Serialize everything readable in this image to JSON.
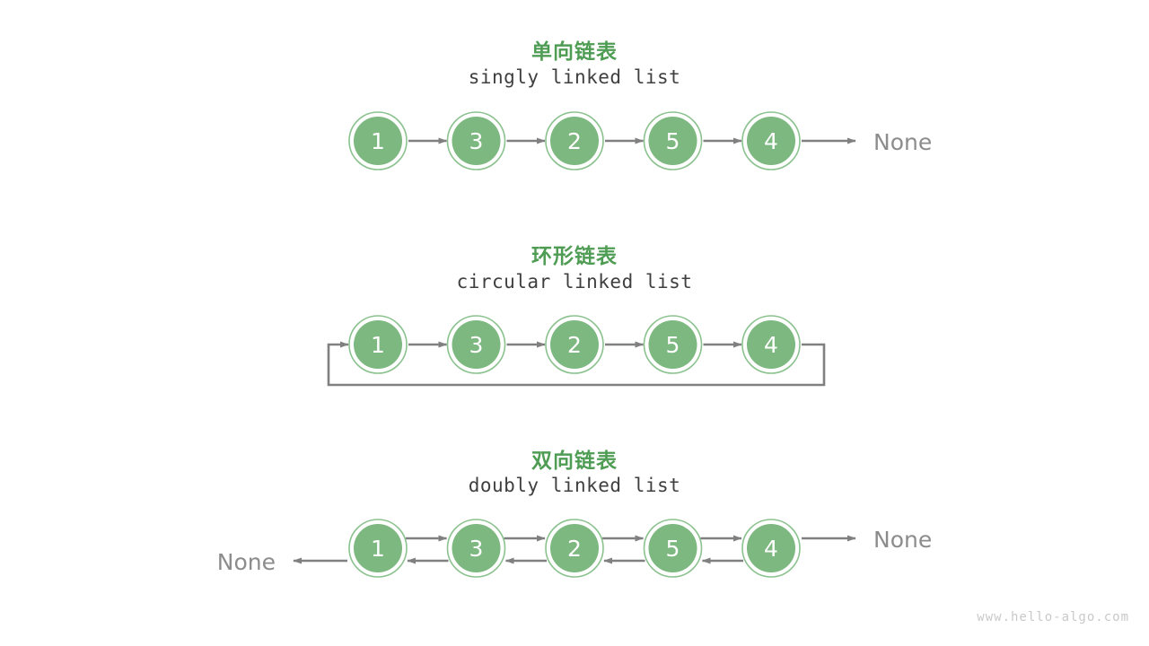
{
  "page": {
    "background": "#ffffff",
    "watermark": "www.hello-algo.com"
  },
  "colors": {
    "heading_green": "#4f9d54",
    "node_fill": "#7cb87f",
    "node_ring": "#8cc28f",
    "node_text": "#ffffff",
    "arrow_gray": "#808080",
    "none_gray": "#8c8c8c",
    "subtitle_gray": "#3f3f3f",
    "watermark_gray": "#c9c9c9"
  },
  "sections": [
    {
      "id": "singly",
      "title_cn": "单向链表",
      "title_en": "singly linked list",
      "nodes": [
        "1",
        "3",
        "2",
        "5",
        "4"
      ],
      "tail_label": "None",
      "head_label": null,
      "direction": "forward"
    },
    {
      "id": "circular",
      "title_cn": "环形链表",
      "title_en": "circular linked list",
      "nodes": [
        "1",
        "3",
        "2",
        "5",
        "4"
      ],
      "tail_label": null,
      "head_label": null,
      "direction": "circular"
    },
    {
      "id": "doubly",
      "title_cn": "双向链表",
      "title_en": "doubly linked list",
      "nodes": [
        "1",
        "3",
        "2",
        "5",
        "4"
      ],
      "tail_label": "None",
      "head_label": "None",
      "direction": "bidirectional"
    }
  ]
}
